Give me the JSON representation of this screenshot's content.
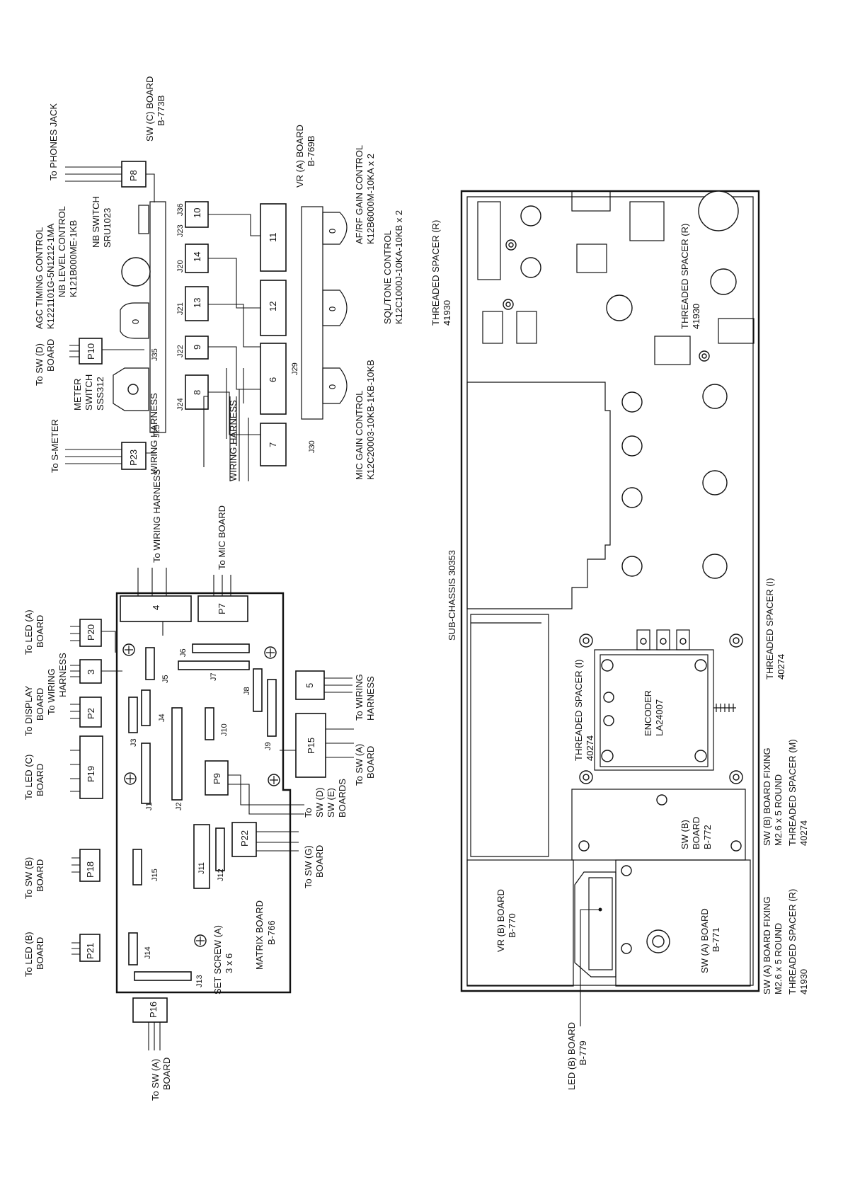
{
  "matrix": {
    "board": "MATRIX BOARD",
    "board_no": "B-766",
    "set_screw": "SET SCREW (A)",
    "set_screw_size": "3 x 6",
    "jacks": [
      "J1",
      "J2",
      "J3",
      "J4",
      "J5",
      "J6",
      "J7",
      "J8",
      "J9",
      "J10",
      "J11",
      "J12",
      "J13",
      "J14",
      "J15"
    ],
    "plugs": {
      "p16": "P16",
      "p21": "P21",
      "p18": "P18",
      "p19": "P19",
      "p2": "P2",
      "p3": "3",
      "p20": "P20",
      "p4": "4",
      "p7": "P7",
      "p5": "5",
      "p15": "P15",
      "p9": "P9",
      "p22": "P22"
    },
    "to_sw_a_board_1": [
      "To SW (A)",
      "BOARD"
    ],
    "to_led_b_board": [
      "To LED (B)",
      "BOARD"
    ],
    "to_sw_b_board": [
      "To SW (B)",
      "BOARD"
    ],
    "to_led_c_board": [
      "To LED (C)",
      "BOARD"
    ],
    "to_display_board": [
      "To DISPLAY",
      "BOARD"
    ],
    "to_wiring_harness_1": [
      "To WIRING",
      "HARNESS"
    ],
    "to_led_a_board": [
      "To LED (A)",
      "BOARD"
    ],
    "to_wiring_harness_2": "To WIRING HARNESS",
    "to_mic_board": "To MIC BOARD",
    "to_wiring_harness_3": [
      "To WIRING",
      "HARNESS"
    ],
    "to_sw_a_board_2": [
      "To SW (A)",
      "BOARD"
    ],
    "to_sw_d_e_boards": [
      "To",
      "SW (D)",
      "SW (E)",
      "BOARDS"
    ],
    "to_sw_g_board": [
      "To SW (G)",
      "BOARD"
    ]
  },
  "vr_a": {
    "to_s_meter": "To S-METER",
    "to_sw_d_board": [
      "To SW (D)",
      "BOARD"
    ],
    "to_phones_jack": "To PHONES JACK",
    "sw_c_board": "SW (C) BOARD",
    "sw_c_board_no": "B-773B",
    "plugs": {
      "p23": "P23",
      "p10": "P10",
      "p8": "P8"
    },
    "meter_switch": [
      "METER",
      "SWITCH",
      "SSS312"
    ],
    "nb_level": "NB LEVEL CONTROL",
    "nb_level_part": "K121B000ME-1KB",
    "agc_timing": "AGC TIMING CONTROL",
    "agc_timing_part": "K1221101G-5N1212-1MA",
    "nb_switch": "NB SWITCH",
    "nb_switch_part": "SRU1023",
    "jacks": {
      "j25": "J25",
      "j24": "J24",
      "j35": "J35",
      "j22": "J22",
      "j21": "J21",
      "j20": "J20",
      "j23": "J23",
      "j36": "J36",
      "j29": "J29",
      "j30": "J30"
    },
    "harness_nums": {
      "n8": "8",
      "n9": "9",
      "n13": "13",
      "n14": "14",
      "n10": "10",
      "n7": "7",
      "n6": "6",
      "n12": "12",
      "n11": "11"
    },
    "wiring_harness_a": "WIRING HARNESS",
    "wiring_harness_b": "WIRING HARNESS",
    "pot_zero": "0",
    "vr_a_board": "VR (A) BOARD",
    "vr_a_board_no": "B-769B",
    "af_rf": "AF/RF GAIN CONTROL",
    "af_rf_part": "K12B6000M-10KA x 2",
    "sql_tone": "SQL/TONE CONTROL",
    "sql_tone_part": "K12C1000J-10KA-10KB x 2",
    "mic_gain": "MIC GAIN CONTROL",
    "mic_gain_part": "K12C20003-10KB-1KB-10KB"
  },
  "chassis": {
    "sub_chassis": "SUB-CHASSIS 30353",
    "spacer_r": "THREADED SPACER (R)",
    "spacer_r_no": "41930",
    "spacer_i": "THREADED SPACER (I)",
    "spacer_i_no": "40274",
    "spacer_m": "THREADED SPACER (M)",
    "spacer_m_no": "40274",
    "encoder": "ENCODER",
    "encoder_part": "LA24007",
    "sw_b_fixing": "SW (B) BOARD FIXING",
    "sw_b_fixing_size": "M2.6 x 5 ROUND",
    "sw_b_board": [
      "SW (B)",
      "BOARD",
      "B-772"
    ],
    "sw_a_fixing": "SW (A) BOARD FIXING",
    "sw_a_fixing_size": "M2.6 x 5 ROUND",
    "sw_a_board": "SW (A) BOARD",
    "sw_a_board_no": "B-771",
    "vr_b_board": "VR (B) BOARD",
    "vr_b_board_no": "B-770",
    "led_b_board": "LED (B) BOARD",
    "led_b_board_no": "B-779"
  }
}
